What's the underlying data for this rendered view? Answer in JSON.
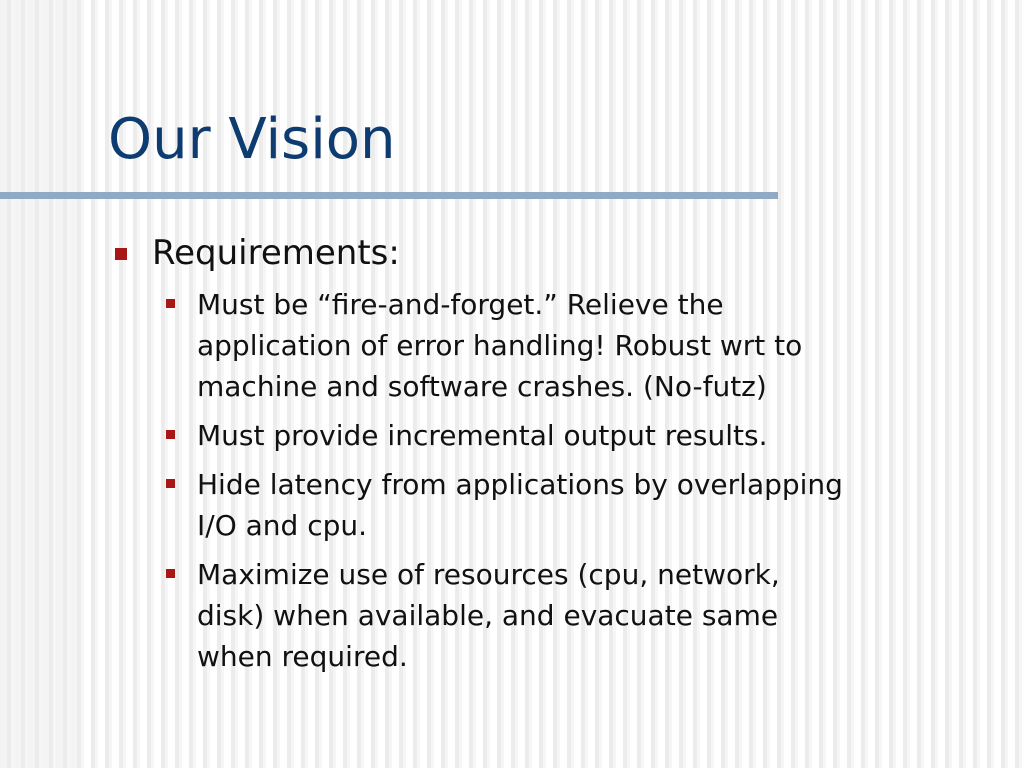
{
  "slide": {
    "title": "Our Vision",
    "bullets": [
      {
        "label": "Requirements:",
        "sub_items": [
          {
            "lines": [
              "Must be “fire-and-forget.”  Relieve the",
              "application of error handling!  Robust wrt to",
              "machine and software crashes. (No-futz)"
            ]
          },
          {
            "lines": [
              "Must provide incremental output results."
            ]
          },
          {
            "lines": [
              "Hide latency from applications by overlapping",
              "I/O and cpu."
            ]
          },
          {
            "lines": [
              "Maximize use of resources (cpu, network,",
              "disk) when available, and evacuate same",
              "when required."
            ]
          }
        ]
      }
    ]
  },
  "colors": {
    "title": "#0e3c70",
    "rule": "#90aac6",
    "bullet": "#a81616",
    "text": "#111111"
  }
}
